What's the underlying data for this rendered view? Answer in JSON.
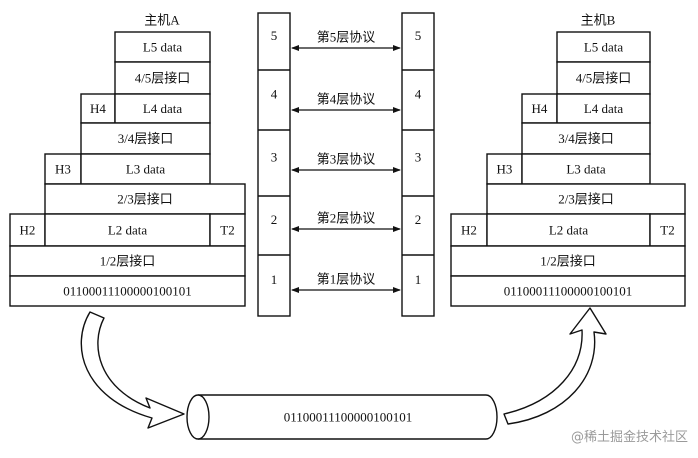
{
  "hosts": {
    "left": {
      "title": "主机A",
      "rows": [
        {
          "text": "L5 data"
        },
        {
          "text": "4/5层接口"
        },
        {
          "header": "H4",
          "text": "L4 data"
        },
        {
          "text": "3/4层接口"
        },
        {
          "header": "H3",
          "text": "L3 data"
        },
        {
          "text": "2/3层接口"
        },
        {
          "header": "H2",
          "text": "L2 data",
          "trailer": "T2"
        },
        {
          "text": "1/2层接口"
        },
        {
          "text": "01100011100000100101"
        }
      ]
    },
    "right": {
      "title": "主机B",
      "rows": [
        {
          "text": "L5 data"
        },
        {
          "text": "4/5层接口"
        },
        {
          "header": "H4",
          "text": "L4 data"
        },
        {
          "text": "3/4层接口"
        },
        {
          "header": "H3",
          "text": "L3 data"
        },
        {
          "text": "2/3层接口"
        },
        {
          "header": "H2",
          "text": "L2 data",
          "trailer": "T2"
        },
        {
          "text": "1/2层接口"
        },
        {
          "text": "01100011100000100101"
        }
      ]
    }
  },
  "protocol_stack": {
    "layers": [
      {
        "number": "5",
        "protocol": "第5层协议"
      },
      {
        "number": "4",
        "protocol": "第4层协议"
      },
      {
        "number": "3",
        "protocol": "第3层协议"
      },
      {
        "number": "2",
        "protocol": "第2层协议"
      },
      {
        "number": "1",
        "protocol": "第1层协议"
      }
    ]
  },
  "medium": {
    "bits": "01100011100000100101"
  },
  "watermark": "@稀土掘金技术社区"
}
